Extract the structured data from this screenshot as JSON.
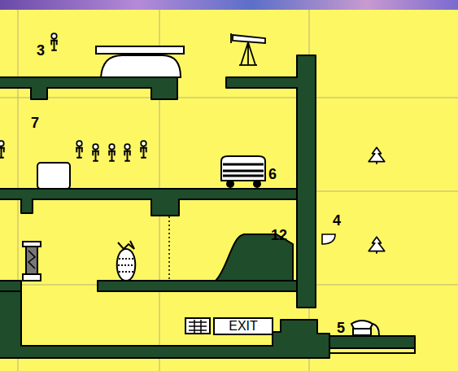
{
  "diagram": {
    "nodes": [
      {
        "text": [
          "EXIT"
        ]
      }
    ],
    "labels": [
      "3",
      "7",
      "6",
      "4",
      "12",
      "5"
    ]
  }
}
